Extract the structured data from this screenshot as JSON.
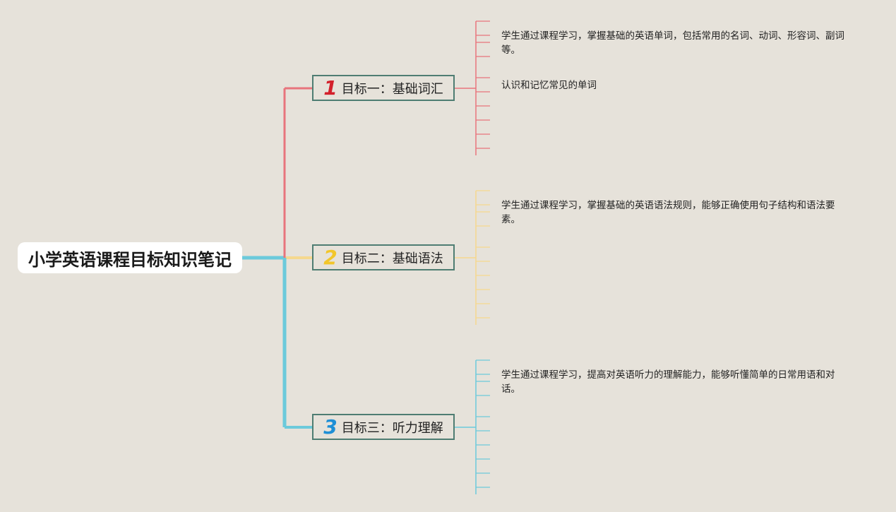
{
  "root": {
    "title": "小学英语课程目标知识笔记"
  },
  "branches": [
    {
      "number": "1",
      "title": "目标一：基础词汇",
      "color": "#e8747c",
      "number_color": "#d3202b",
      "notes": [
        "学生通过课程学习，掌握基础的英语单词，包括常用的名词、动词、形容词、副词等。",
        "认识和记忆常见的单词"
      ]
    },
    {
      "number": "2",
      "title": "目标二：基础语法",
      "color": "#f5d88e",
      "number_color": "#f2c62a",
      "notes": [
        "学生通过课程学习，掌握基础的英语语法规则，能够正确使用句子结构和语法要素。"
      ]
    },
    {
      "number": "3",
      "title": "目标三：听力理解",
      "color": "#6ccadb",
      "number_color": "#1e8fd6",
      "notes": [
        "学生通过课程学习，提高对英语听力的理解能力，能够听懂简单的日常用语和对话。"
      ]
    }
  ]
}
